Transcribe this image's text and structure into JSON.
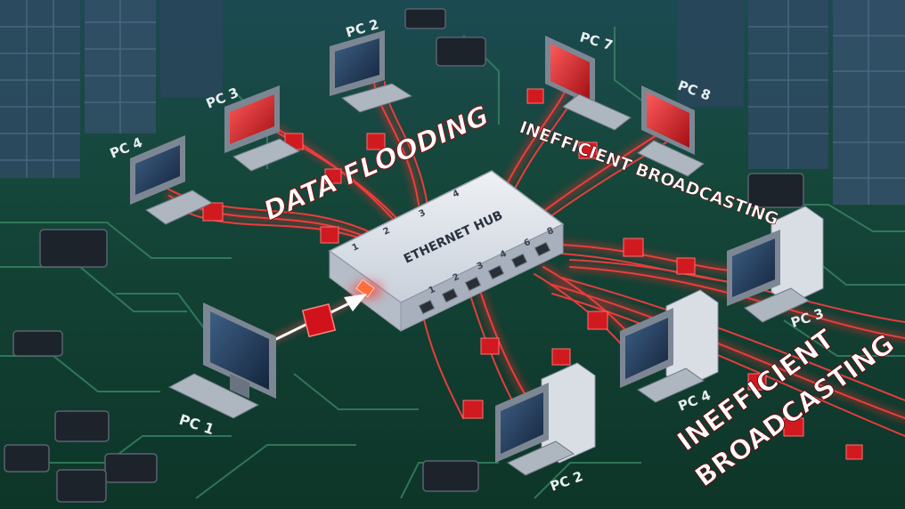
{
  "hub": {
    "title": "ETHERNET HUB",
    "back_ports": [
      "1",
      "2",
      "3",
      "4"
    ],
    "front_ports": [
      "1",
      "2",
      "3",
      "4",
      "6",
      "8"
    ]
  },
  "headlines": {
    "left": "DATA FLOODING",
    "top_right": "INEFFICIENT BROADCASTING",
    "bottom_right_line1": "INEFFICIENT",
    "bottom_right_line2": "BROADCASTING"
  },
  "pcs": {
    "sender": "PC 1",
    "top_a": "PC 2",
    "top_b": "PC 3",
    "top_c": "PC 4",
    "top_d": "PC 7",
    "top_e": "PC 8",
    "right_a": "PC 3",
    "right_b": "PC 4",
    "bottom": "PC 2"
  },
  "colors": {
    "board": "#0f3a2e",
    "trace": "#3b8a68",
    "flood": "#ff2a2a",
    "hub_body": "#d7dde6",
    "monitor_frame": "#7d8794"
  }
}
